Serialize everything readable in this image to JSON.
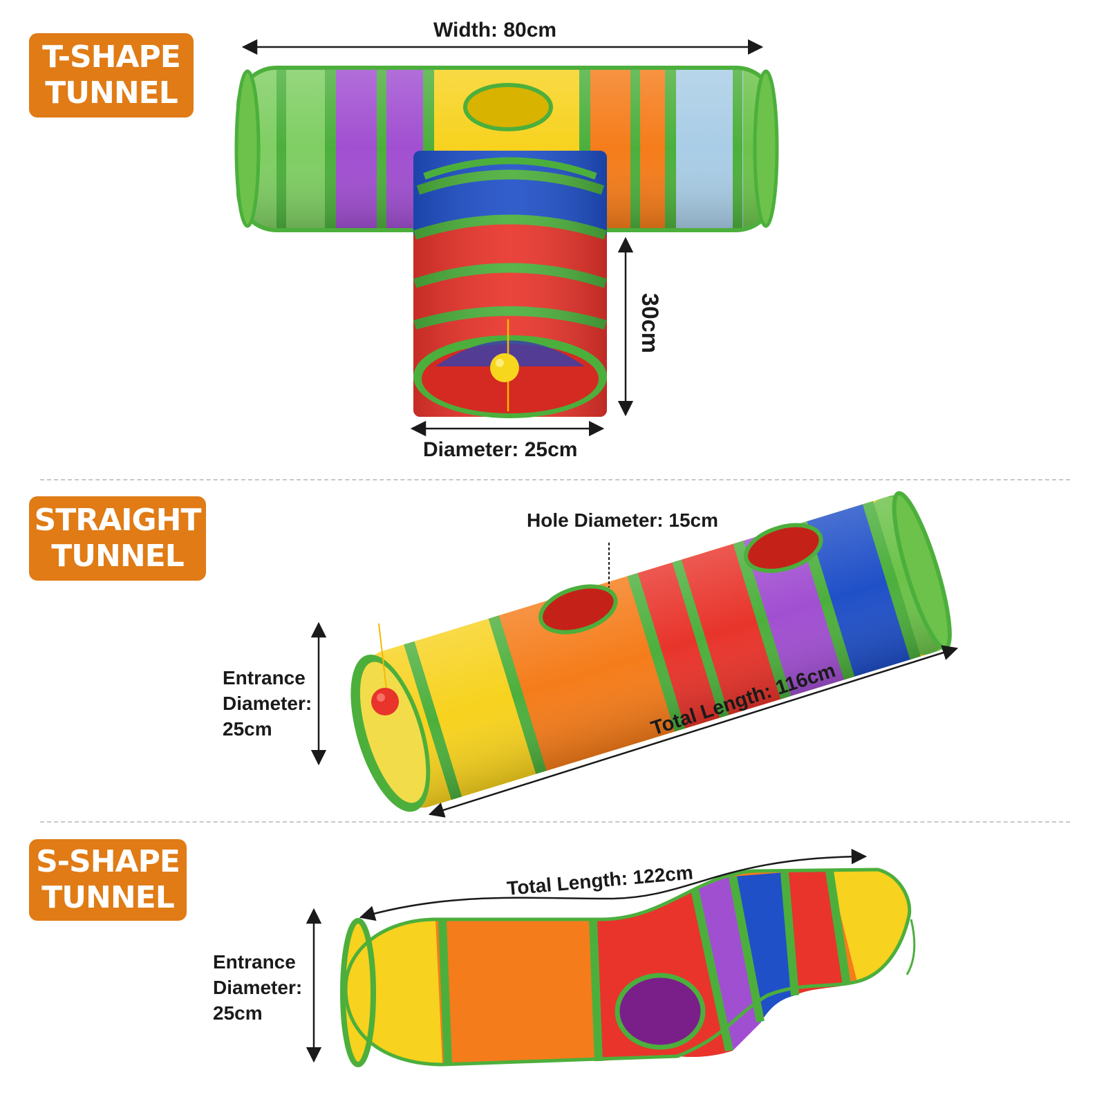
{
  "sections": {
    "t_shape": {
      "badge_line1": "T-SHAPE",
      "badge_line2": "TUNNEL",
      "width_label": "Width: 80cm",
      "height_label": "30cm",
      "diameter_label": "Diameter: 25cm"
    },
    "straight": {
      "badge_line1": "STRAIGHT",
      "badge_line2": "TUNNEL",
      "hole_label": "Hole Diameter: 15cm",
      "entrance_line1": "Entrance",
      "entrance_line2": "Diameter:",
      "entrance_line3": "25cm",
      "length_label": "Total Length: 116cm"
    },
    "s_shape": {
      "badge_line1": "S-SHAPE",
      "badge_line2": "TUNNEL",
      "length_label": "Total Length: 122cm",
      "entrance_line1": "Entrance",
      "entrance_line2": "Diameter:",
      "entrance_line3": "25cm"
    }
  },
  "colors": {
    "badge": "#e07b16",
    "trim_green": "#4caf3c",
    "yellow": "#f7d21e",
    "orange": "#f57c1a",
    "red": "#e8342b",
    "purple": "#a14fd1",
    "blue": "#2050c8",
    "light_blue": "#a9cde6",
    "green": "#6cc24a"
  }
}
